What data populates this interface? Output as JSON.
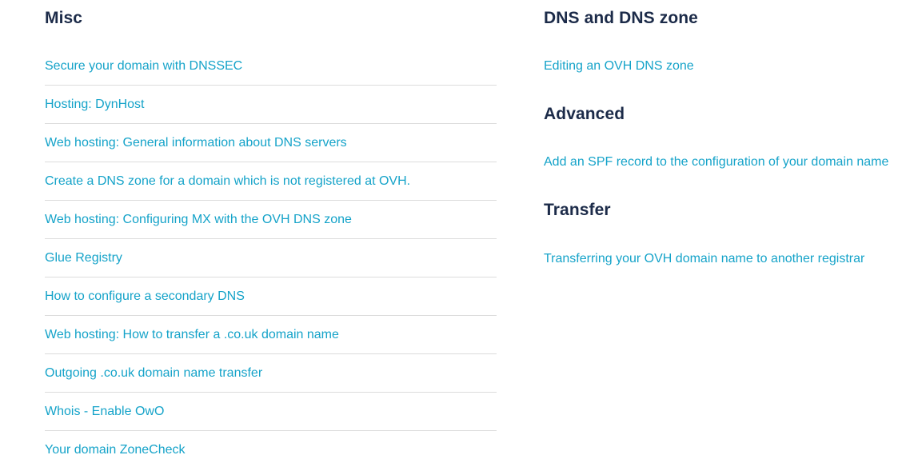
{
  "colors": {
    "heading": "#1c2b49",
    "link": "#15a3c9",
    "divider": "#dcdcdc",
    "background": "#ffffff"
  },
  "misc": {
    "title": "Misc",
    "links": [
      "Secure your domain with DNSSEC",
      "Hosting: DynHost",
      "Web hosting: General information about DNS servers",
      "Create a DNS zone for a domain which is not registered at OVH.",
      "Web hosting: Configuring MX with the OVH DNS zone",
      "Glue Registry",
      "How to configure a secondary DNS",
      "Web hosting: How to transfer a .co.uk domain name",
      "Outgoing .co.uk domain name transfer",
      "Whois - Enable OwO",
      "Your domain ZoneCheck"
    ]
  },
  "dns_zone": {
    "title": "DNS and DNS zone",
    "links": [
      "Editing an OVH DNS zone"
    ]
  },
  "advanced": {
    "title": "Advanced",
    "links": [
      "Add an SPF record to the configuration of your domain name"
    ]
  },
  "transfer": {
    "title": "Transfer",
    "links": [
      "Transferring your OVH domain name to another registrar"
    ]
  }
}
